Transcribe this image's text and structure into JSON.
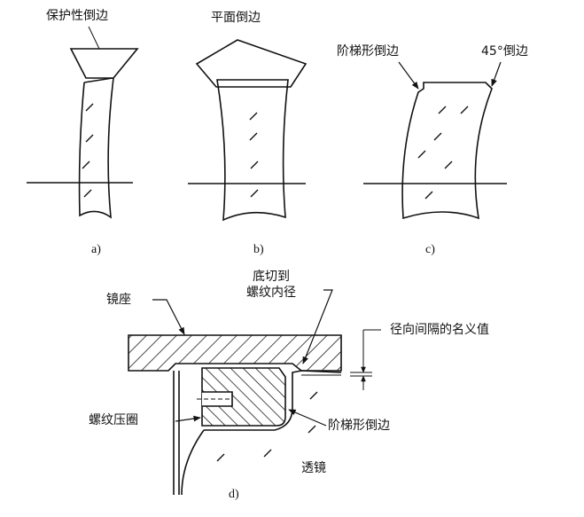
{
  "figure_a": {
    "label": "保护性倒边",
    "caption": "a)"
  },
  "figure_b": {
    "label": "平面倒边",
    "caption": "b)"
  },
  "figure_c": {
    "label_step": "阶梯形倒边",
    "label_45": "45°倒边",
    "caption": "c)"
  },
  "figure_d": {
    "mount": "镜座",
    "undercut_line1": "底切到",
    "undercut_line2": "螺纹内径",
    "radial_gap": "径向间隔的名义值",
    "retainer": "螺纹压圈",
    "step_bevel": "阶梯形倒边",
    "lens": "透镜",
    "caption": "d)"
  },
  "colors": {
    "ink": "#111111",
    "background": "#ffffff"
  }
}
